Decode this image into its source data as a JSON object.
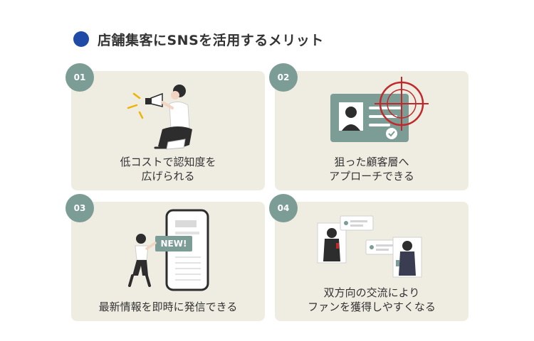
{
  "title": "店舗集客にSNSを活用するメリット",
  "colors": {
    "accent": "#1f4aa6",
    "badge": "#7c9c96",
    "card_bg": "#efece2",
    "target_red": "#c0282a",
    "megaphone_yellow": "#f0b400"
  },
  "cards": [
    {
      "number": "01",
      "line1": "低コストで認知度を",
      "line2": "広げられる",
      "icon": "megaphone-woman-illustration"
    },
    {
      "number": "02",
      "line1": "狙った顧客層へ",
      "line2": "アプローチできる",
      "icon": "targeted-profile-card-illustration"
    },
    {
      "number": "03",
      "line1": "最新情報を即時に発信できる",
      "badge_label": "NEW!",
      "icon": "phone-new-info-illustration"
    },
    {
      "number": "04",
      "line1": "双方向の交流により",
      "line2": "ファンを獲得しやすくなる",
      "icon": "two-way-chat-illustration"
    }
  ]
}
